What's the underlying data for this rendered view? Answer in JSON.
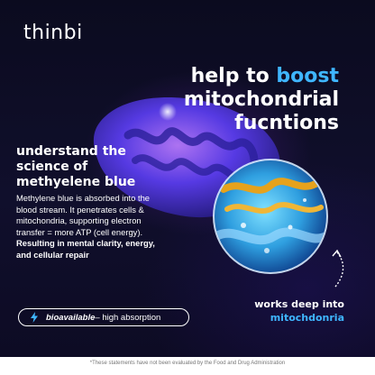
{
  "brand": {
    "name": "thinbi"
  },
  "headline": {
    "part1": "help to ",
    "accent": "boost",
    "line2": "mitochondrial",
    "line3": "fucntions"
  },
  "section": {
    "title_line1": "understand the",
    "title_line2": "science of",
    "title_line3": "methyelene blue",
    "body": "Methylene blue is absorbed into the blood stream. It penetrates cells & mitochondria, supporting electron transfer = more ATP (cell energy).",
    "body_bold": "Resulting in mental clarity, energy, and cellular repair"
  },
  "callout": {
    "line1": "works deep into",
    "accent": "mitochdonria"
  },
  "badge": {
    "em": "bioavailable",
    "rest": " – high absorption"
  },
  "footer": {
    "disclaimer": "*These statements have not been evaluated by the Food and Drug Administration"
  },
  "colors": {
    "accent": "#3fb6ff",
    "background": "#0d0b24",
    "text": "#ffffff"
  }
}
